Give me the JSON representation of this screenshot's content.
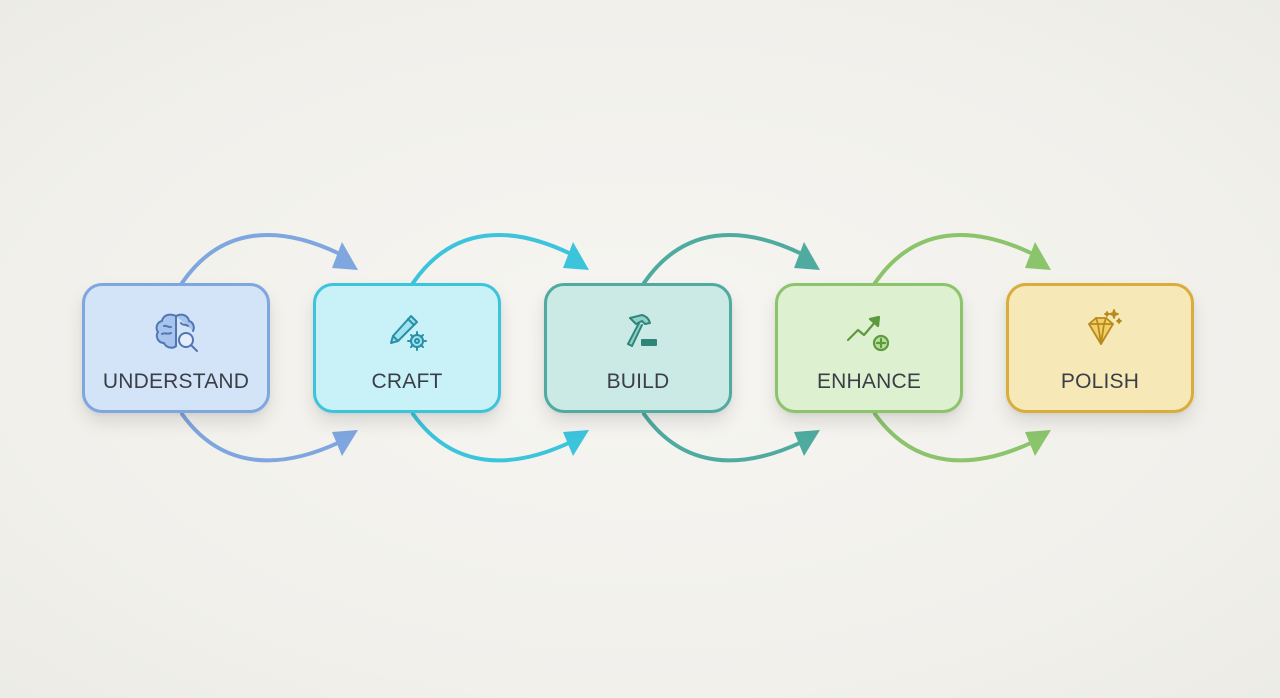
{
  "steps": [
    {
      "label": "UNDERSTAND",
      "icon": "brain-search-icon",
      "border": "#7fa6df",
      "fill": "#d3e3f8",
      "icon_color": "#4f78b3"
    },
    {
      "label": "CRAFT",
      "icon": "pencil-gear-icon",
      "border": "#3cc4dc",
      "fill": "#c8f1f8",
      "icon_color": "#2a8fa8"
    },
    {
      "label": "BUILD",
      "icon": "hammer-icon",
      "border": "#4fab9f",
      "fill": "#cbeae6",
      "icon_color": "#2e8579"
    },
    {
      "label": "ENHANCE",
      "icon": "growth-chart-icon",
      "border": "#8cc46c",
      "fill": "#ddf0cf",
      "icon_color": "#5d9a3d"
    },
    {
      "label": "POLISH",
      "icon": "diamond-icon",
      "border": "#d8ad3c",
      "fill": "#f7e8b8",
      "icon_color": "#b88a1e"
    }
  ],
  "arrow_colors": [
    "#7fa6df",
    "#3cc4dc",
    "#4fab9f",
    "#8cc46c"
  ]
}
